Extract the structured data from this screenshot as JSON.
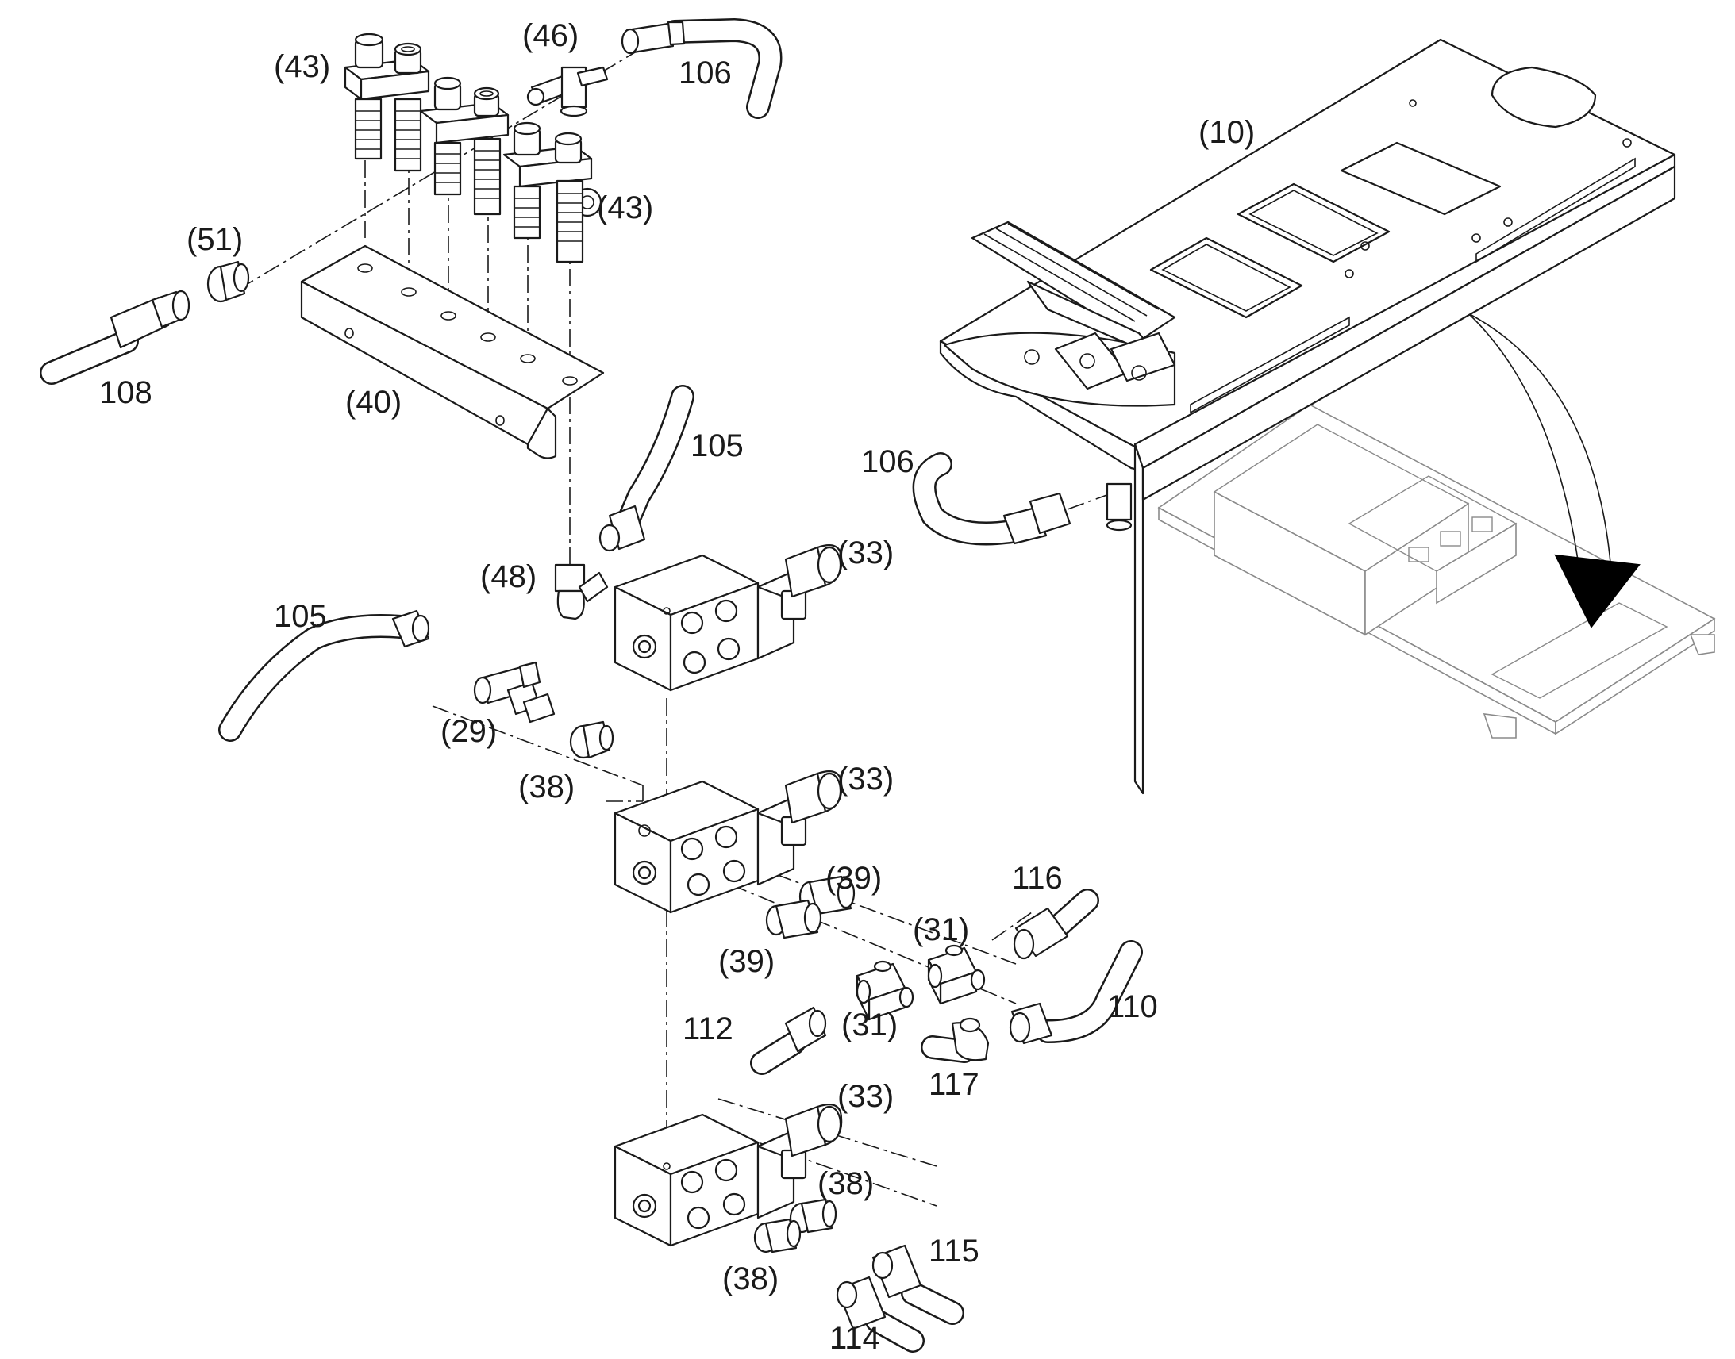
{
  "labels": {
    "p43a": "(43)",
    "p46": "(46)",
    "p106a": "106",
    "p43b": "(43)",
    "p10": "(10)",
    "p51": "(51)",
    "p108": "108",
    "p40": "(40)",
    "p105a": "105",
    "p106b": "106",
    "p48": "(48)",
    "p33a": "(33)",
    "p105b": "105",
    "p29": "(29)",
    "p38a": "(38)",
    "p33b": "(33)",
    "p39a": "(39)",
    "p116": "116",
    "p31a": "(31)",
    "p39b": "(39)",
    "p110": "110",
    "p112": "112",
    "p31b": "(31)",
    "p117": "117",
    "p33c": "(33)",
    "p38b": "(38)",
    "p115": "115",
    "p38c": "(38)",
    "p114": "114"
  },
  "colors": {
    "line": "#1a1a1a",
    "ghost": "#8a8a8a",
    "background": "#ffffff"
  }
}
